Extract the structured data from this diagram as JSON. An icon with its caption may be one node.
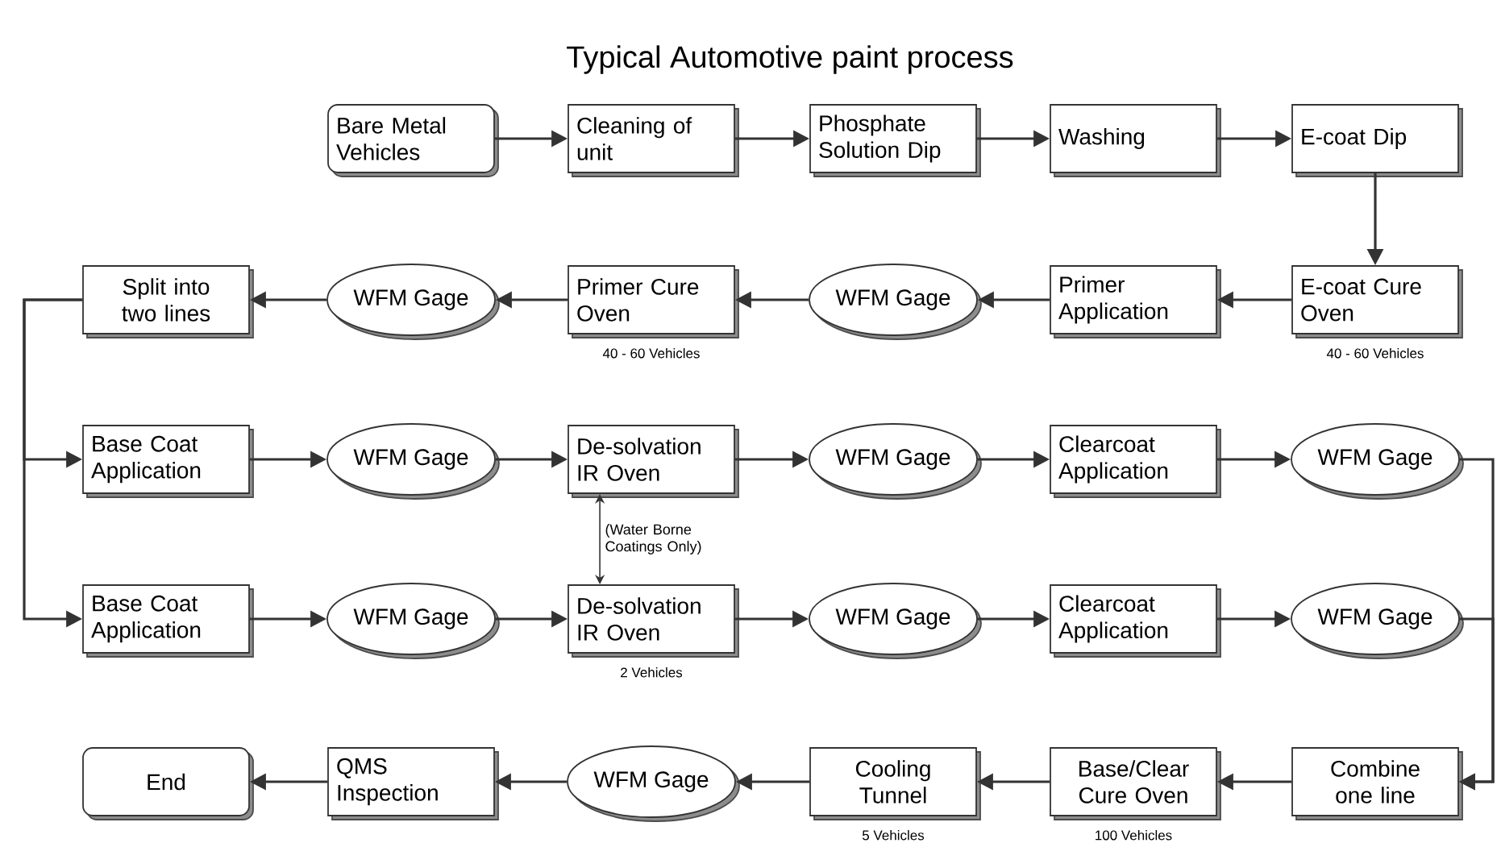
{
  "diagram": {
    "title": "Typical Automotive paint process",
    "nodes": [
      {
        "text": [
          "Bare Metal Vehicles"
        ]
      },
      {
        "text": [
          "Cleaning of unit"
        ]
      },
      {
        "text": [
          "Phosphate Solution Dip"
        ]
      },
      {
        "text": [
          "Washing"
        ]
      },
      {
        "text": [
          "E-coat Dip"
        ]
      },
      {
        "text": [
          "E-coat Cure Oven"
        ],
        "beside": [
          "40 - 60 Vehicles"
        ]
      },
      {
        "text": [
          "Primer Application"
        ]
      },
      {
        "text": [
          "WFM Gage"
        ]
      },
      {
        "text": [
          "Primer Cure Oven"
        ],
        "beside": [
          "40 - 60 Vehicles"
        ]
      },
      {
        "text": [
          "WFM Gage"
        ]
      },
      {
        "text": [
          "Split into two lines"
        ]
      },
      {
        "text": [
          "Base Coat Application"
        ]
      },
      {
        "text": [
          "WFM Gage"
        ]
      },
      {
        "text": [
          "De-solvation IR Oven"
        ]
      },
      {
        "text": [
          "WFM Gage"
        ]
      },
      {
        "text": [
          "Clearcoat Application"
        ]
      },
      {
        "text": [
          "WFM Gage"
        ]
      },
      {
        "text": [
          "Base Coat Application"
        ]
      },
      {
        "text": [
          "WFM Gage"
        ]
      },
      {
        "text": [
          "De-solvation IR Oven"
        ],
        "beside": [
          "2 Vehicles"
        ]
      },
      {
        "text": [
          "WFM Gage"
        ]
      },
      {
        "text": [
          "Clearcoat Application"
        ]
      },
      {
        "text": [
          "WFM Gage"
        ]
      },
      {
        "text": [
          "Combine one line"
        ]
      },
      {
        "text": [
          "Base/Clear Cure Oven"
        ],
        "beside": [
          "100 Vehicles"
        ]
      },
      {
        "text": [
          "Cooling Tunnel"
        ],
        "beside": [
          "5 Vehicles"
        ]
      },
      {
        "text": [
          "WFM Gage"
        ]
      },
      {
        "text": [
          "QMS Inspection"
        ]
      },
      {
        "text": [
          "End"
        ]
      }
    ],
    "edges": [
      {
        "from": 0,
        "to": 1,
        "arrow": "to"
      },
      {
        "from": 1,
        "to": 2,
        "arrow": "to"
      },
      {
        "from": 2,
        "to": 3,
        "arrow": "to"
      },
      {
        "from": 3,
        "to": 4,
        "arrow": "to"
      },
      {
        "from": 4,
        "to": 5,
        "arrow": "to"
      },
      {
        "from": 5,
        "to": 6,
        "arrow": "to"
      },
      {
        "from": 6,
        "to": 7,
        "arrow": "to"
      },
      {
        "from": 7,
        "to": 8,
        "arrow": "to"
      },
      {
        "from": 8,
        "to": 9,
        "arrow": "to"
      },
      {
        "from": 9,
        "to": 10,
        "arrow": "to"
      },
      {
        "from": 10,
        "to": 11,
        "arrow": "to"
      },
      {
        "from": 10,
        "to": 17,
        "arrow": "to"
      },
      {
        "from": 11,
        "to": 12,
        "arrow": "to"
      },
      {
        "from": 12,
        "to": 13,
        "arrow": "to"
      },
      {
        "from": 13,
        "to": 14,
        "arrow": "to"
      },
      {
        "from": 14,
        "to": 15,
        "arrow": "to"
      },
      {
        "from": 15,
        "to": 16,
        "arrow": "to"
      },
      {
        "from": 17,
        "to": 18,
        "arrow": "to"
      },
      {
        "from": 18,
        "to": 19,
        "arrow": "to"
      },
      {
        "from": 19,
        "to": 20,
        "arrow": "to"
      },
      {
        "from": 20,
        "to": 21,
        "arrow": "to"
      },
      {
        "from": 21,
        "to": 22,
        "arrow": "to"
      },
      {
        "from": 13,
        "to": 19,
        "arrow": "both",
        "label": "(Water Borne Coatings Only)"
      },
      {
        "from": 16,
        "to": 23,
        "arrow": "to"
      },
      {
        "from": 22,
        "to": 23,
        "arrow": "to"
      },
      {
        "from": 23,
        "to": 24,
        "arrow": "to"
      },
      {
        "from": 24,
        "to": 25,
        "arrow": "to"
      },
      {
        "from": 25,
        "to": 26,
        "arrow": "to"
      },
      {
        "from": 26,
        "to": 27,
        "arrow": "to"
      },
      {
        "from": 27,
        "to": 28,
        "arrow": "to"
      }
    ]
  }
}
